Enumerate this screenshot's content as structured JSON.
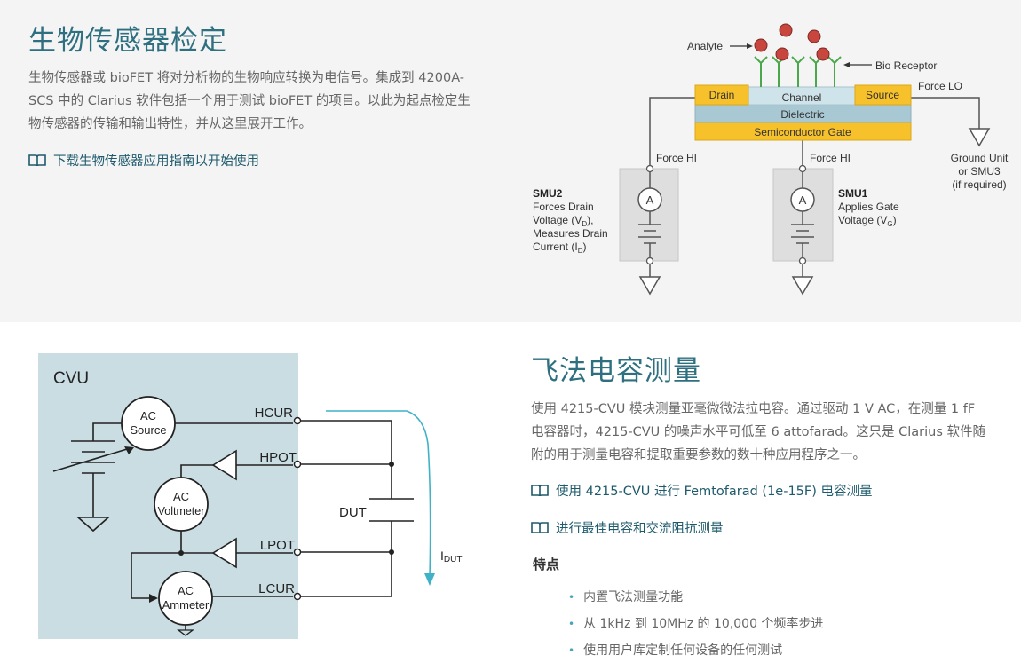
{
  "biosensor": {
    "title": "生物传感器检定",
    "paragraph_lines": [
      "生物传感器或 bioFET 将对分析物的生物响应转换为电信号。集成到 4200A-",
      "SCS 中的 Clarius 软件包括一个用于测试 bioFET 的项目。以此为起点检定生",
      "物传感器的传输和输出特性，并从这里展开工作。"
    ],
    "link": {
      "icon": "book-icon",
      "label": "下载生物传感器应用指南以开始使用"
    },
    "diagram": {
      "analyte_label": "Analyte",
      "bio_receptor_label": "Bio Receptor",
      "drain_label": "Drain",
      "channel_label": "Channel",
      "source_label": "Source",
      "dielectric_label": "Dielectric",
      "gate_label": "Semiconductor Gate",
      "force_lo_label": "Force LO",
      "force_hi_label_1": "Force HI",
      "force_hi_label_2": "Force HI",
      "ground_unit_lines": [
        "Ground Unit",
        "or SMU3",
        "(if required)"
      ],
      "ammeter_symbol": "A",
      "smu2": {
        "name": "SMU2",
        "lines": [
          "Forces Drain",
          "Voltage (V",
          "D",
          "),",
          "Measures Drain",
          "Current (I",
          "D",
          ")"
        ]
      },
      "smu1": {
        "name": "SMU1",
        "lines": [
          "Applies Gate",
          "Voltage (V",
          "G",
          ")"
        ]
      },
      "colors": {
        "electrode": "#f6c12a",
        "channel": "#cfe3ea",
        "dielectric": "#a8c8d3",
        "analyte": "#c8463e",
        "receptor": "#4aa84a",
        "smu_box": "#dedede"
      }
    }
  },
  "femtofarad": {
    "title": "飞法电容测量",
    "paragraph_lines": [
      "使用 4215-CVU 模块测量亚毫微微法拉电容。通过驱动 1 V AC，在测量 1 fF",
      "电容器时，4215-CVU 的噪声水平可低至 6 attofarad。这只是 Clarius 软件随",
      "附的用于测量电容和提取重要参数的数十种应用程序之一。"
    ],
    "links": [
      {
        "icon": "book-icon",
        "label": "使用 4215-CVU 进行 Femtofarad (1e-15F) 电容测量"
      },
      {
        "icon": "book-icon",
        "label": "进行最佳电容和交流阻抗测量"
      }
    ],
    "features_heading": "特点",
    "features": [
      "内置飞法测量功能",
      "从 1kHz 到 10MHz 的 10,000 个频率步进",
      "使用用户库定制任何设备的任何测试"
    ],
    "diagram": {
      "cvu_label": "CVU",
      "ac_source_lines": [
        "AC",
        "Source"
      ],
      "ac_voltmeter_lines": [
        "AC",
        "Voltmeter"
      ],
      "ac_ammeter_lines": [
        "AC",
        "Ammeter"
      ],
      "hcur": "HCUR",
      "hpot": "HPOT",
      "lpot": "LPOT",
      "lcur": "LCUR",
      "dut": "DUT",
      "idut_main": "I",
      "idut_sub": "DUT",
      "colors": {
        "cvu_box": "#c9dde3",
        "current_arrow": "#3fb2c8"
      }
    }
  }
}
